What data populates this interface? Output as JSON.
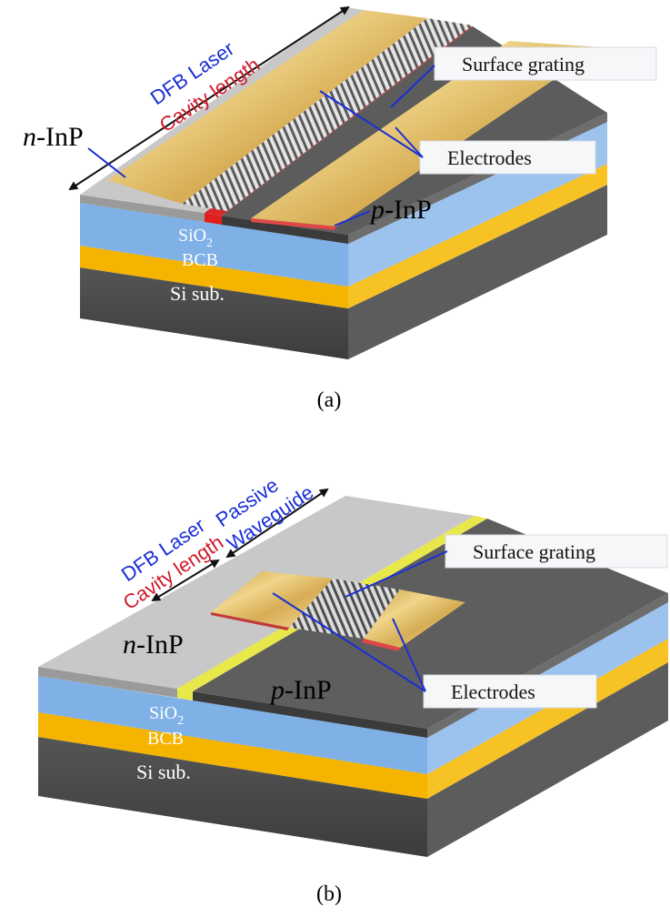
{
  "panel_a": {
    "caption": "(a)",
    "labels": {
      "n_inp": "n-InP",
      "dfb_laser": "DFB Laser",
      "cavity_length": "Cavity length",
      "surface_grating": "Surface grating",
      "electrodes": "Electrodes",
      "p_inp": "p-InP",
      "sio2": "SiO",
      "sio2_sub": "2",
      "bcb": "BCB",
      "si_sub": "Si sub."
    }
  },
  "panel_b": {
    "caption": "(b)",
    "labels": {
      "dfb_laser": "DFB Laser",
      "cavity_length": "Cavity length",
      "passive": "Passive",
      "waveguide": "Waveguide",
      "surface_grating": "Surface grating",
      "n_inp": "n-InP",
      "p_inp": "p-InP",
      "electrodes": "Electrodes",
      "sio2": "SiO",
      "sio2_sub": "2",
      "bcb": "BCB",
      "si_sub": "Si sub."
    }
  },
  "colors": {
    "label_blue": "#1a2fd6",
    "label_red": "#d0192a",
    "sio2_layer": "#7fb0e6",
    "bcb_layer": "#f4b400",
    "silicon": "#4a4a4a",
    "n_inp_surface": "#c8c8c8",
    "p_inp_surface": "#5e5e5e",
    "electrode_gold": "#d9b24a",
    "yellow_stripe": "#e8e84a"
  }
}
